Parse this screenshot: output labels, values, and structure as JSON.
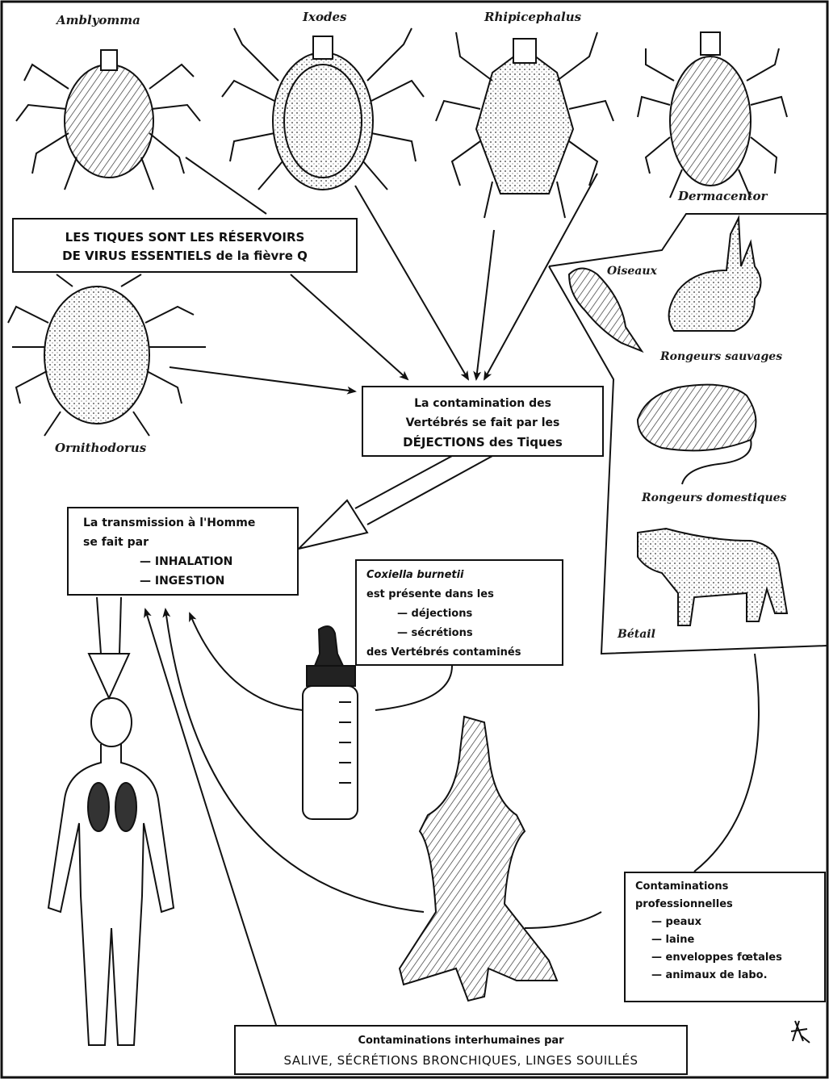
{
  "ticks": {
    "amblyomma": "Amblyomma",
    "ixodes": "Ixodes",
    "rhipicephalus": "Rhipicephalus",
    "dermacentor": "Dermacentor",
    "ornithodorus": "Ornithodorus"
  },
  "reservoir_box": {
    "line1": "LES TIQUES SONT LES RÉSERVOIRS",
    "line2": "DE VIRUS ESSENTIELS de la fièvre Q"
  },
  "animals": {
    "birds": "Oiseaux",
    "wild_rodents": "Rongeurs sauvages",
    "domestic_rodents": "Rongeurs domestiques",
    "cattle": "Bétail"
  },
  "vertebrate_box": {
    "line1": "La contamination des",
    "line2": "Vertébrés se fait par les",
    "line3": "DÉJECTIONS des Tiques"
  },
  "human_box": {
    "line1": "La transmission à l'Homme",
    "line2": "se fait par",
    "line3": "— INHALATION",
    "line4": "— INGESTION"
  },
  "coxiella_box": {
    "line1": "Coxiella burnetii",
    "line2": "est présente dans les",
    "line3": "— déjections",
    "line4": "— sécrétions",
    "line5": "des Vertébrés contaminés"
  },
  "professional_box": {
    "line1": "Contaminations",
    "line2": "professionnelles",
    "items": [
      "— peaux",
      "— laine",
      "— enveloppes fœtales",
      "— animaux de labo."
    ]
  },
  "interhuman_box": {
    "line1": "Contaminations interhumaines par",
    "line2": "SALIVE, SÉCRÉTIONS BRONCHIQUES, LINGES SOUILLÉS"
  }
}
